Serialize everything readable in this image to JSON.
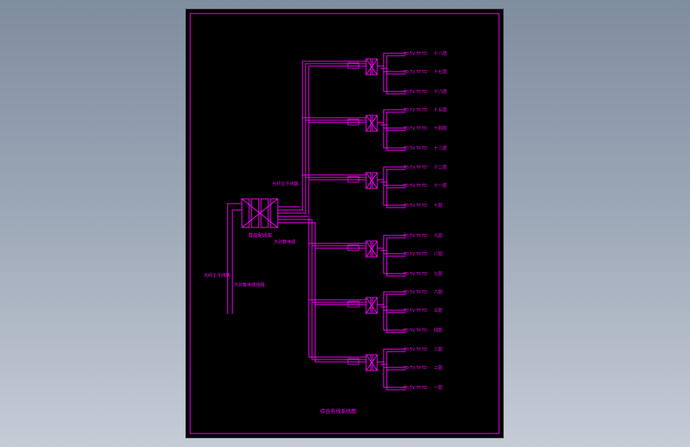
{
  "colors": {
    "background_top": "#7f8da0",
    "background_bottom": "#c6ccd6",
    "sheet": "#000000",
    "line": "#ff00ff"
  },
  "diagram": {
    "title": "综合布线系统图",
    "main_panel_label": "楼层配线架",
    "feed_labels": [
      "光纤主干线路",
      "大对数电缆线路"
    ],
    "trunk_labels": [
      "光纤主干线路",
      "大对数电缆"
    ],
    "outlet_text": "TD TV TP TD",
    "groups": [
      {
        "floors": [
          "十八层",
          "十七层",
          "十六层"
        ]
      },
      {
        "floors": [
          "十五层",
          "十四层",
          "十三层"
        ]
      },
      {
        "floors": [
          "十二层",
          "十一层",
          "十层"
        ]
      },
      {
        "floors": [
          "九层",
          "八层",
          "七层"
        ]
      },
      {
        "floors": [
          "六层",
          "五层",
          "四层"
        ]
      },
      {
        "floors": [
          "三层",
          "二层",
          "一层"
        ]
      }
    ]
  }
}
